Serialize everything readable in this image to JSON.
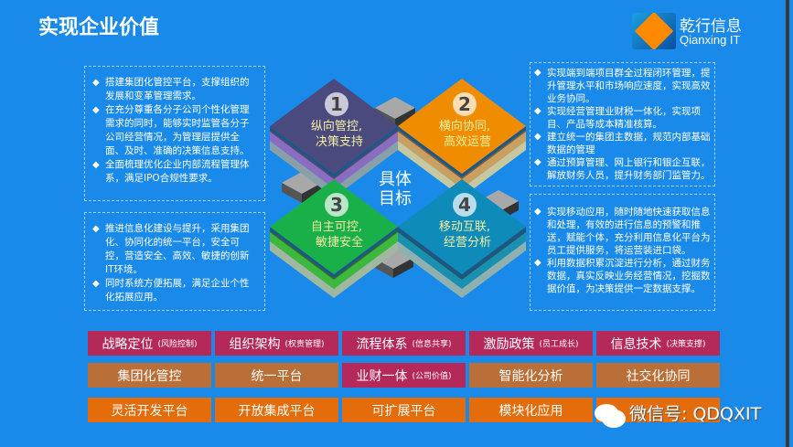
{
  "title": "实现企业价值",
  "logo": {
    "cn": "乾行信息",
    "en": "Qianxing IT"
  },
  "center_label": [
    "具体",
    "目标"
  ],
  "diamonds": [
    {
      "num": "1",
      "line1": "纵向管控,",
      "line2": "决策支持",
      "color": "#4a4a7e"
    },
    {
      "num": "2",
      "line1": "横向协同,",
      "line2": "高效运营",
      "color": "#f08c00"
    },
    {
      "num": "3",
      "line1": "自主可控,",
      "line2": "敏捷安全",
      "color": "#19b04a"
    },
    {
      "num": "4",
      "line1": "移动互联,",
      "line2": "经营分析",
      "color": "#0e8bb8"
    }
  ],
  "boxes": {
    "top_left": [
      "搭建集团化管控平台，支撑组织的发展和变革管理需求。",
      "在充分尊重各分子公司个性化管理需求的同时，能够实时监管各分子公司经营情况，为管理层提供全面、及时、准确的决策信息支持。",
      "全面梳理优化企业内部流程管理体系，满足IPO合规性要求。"
    ],
    "top_right": [
      "实现端到端项目群全过程闭环管理，提升管理水平和市场响应速度，实现高效业务协同。",
      "实现经营管理业财税一体化，实现项目、产品等成本精准核算。",
      "建立统一的集团主数据，规范内部基础数据的管理",
      "通过预算管理、网上银行和银企互联，解放财务人员，提升财务部门监管力。"
    ],
    "bottom_left": [
      "推进信息化建设与提升，采用集团化、协同化的统一平台，安全可控，营造安全、高效、敏捷的创新IT环境。",
      "同时系统方便拓展，满足企业个性化拓展应用。"
    ],
    "bottom_right": [
      "实现移动应用，随时随地快速获取信息和处理，有效的进行信息的预警和推送，赋能个体，充分利用信息化平台为员工提供服务，将运营装进口袋。",
      "利用数据积累沉淀进行分析，通过财务数据，真实反映业务经营情况，挖掘数据价值，为决策提供一定数据支撑。"
    ]
  },
  "grid": [
    [
      {
        "t": "战略定位",
        "s": "(风险控制)"
      },
      {
        "t": "组织架构",
        "s": "(权责管理)"
      },
      {
        "t": "流程体系",
        "s": "(信息共享)"
      },
      {
        "t": "激励政策",
        "s": "(员工成长)"
      },
      {
        "t": "信息技术",
        "s": "(决策支撑)"
      }
    ],
    [
      {
        "t": "集团化管控",
        "s": ""
      },
      {
        "t": "统一平台",
        "s": ""
      },
      {
        "t": "业财一体",
        "s": "(公司价值)"
      },
      {
        "t": "智能化分析",
        "s": ""
      },
      {
        "t": "社交化协同",
        "s": ""
      }
    ],
    [
      {
        "t": "灵活开发平台",
        "s": ""
      },
      {
        "t": "开放集成平台",
        "s": ""
      },
      {
        "t": "可扩展平台",
        "s": ""
      },
      {
        "t": "模块化应用",
        "s": ""
      },
      {
        "t": "",
        "s": ""
      }
    ]
  ],
  "watermark": "微信号: QDQXIT"
}
